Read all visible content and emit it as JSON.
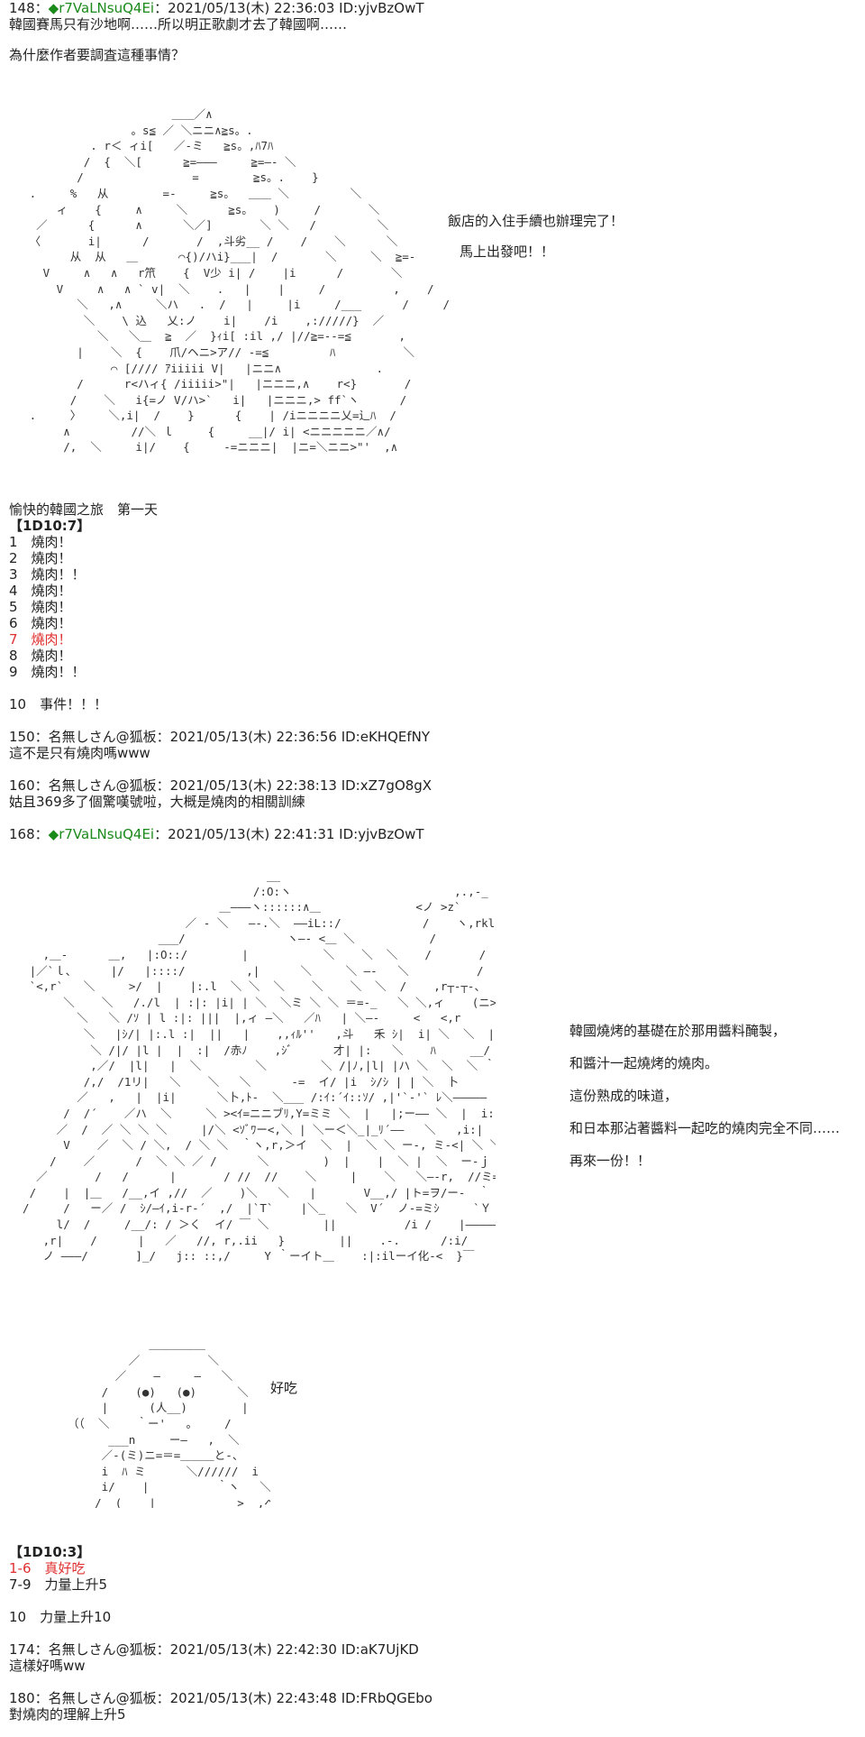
{
  "post148": {
    "number": "148",
    "sep": "：",
    "trip_mark": "◆",
    "trip": "r7VaLNsuQ4Ei",
    "datetime": "：2021/05/13(木) 22:36:03 ID:yjvBzOwT",
    "line1": "韓國賽馬只有沙地啊……所以明正歌劇才去了韓國啊……",
    "line2": "為什麼作者要調査這種事情？",
    "bubble1": "飯店的入住手續也辦理完了！",
    "bubble2": "馬上出發吧！！",
    "trip_title": "愉快的韓國之旅　第一天",
    "roll": "【1D10:7】",
    "choices": [
      "1　燒肉！",
      "2　燒肉！",
      "3　燒肉！！",
      "4　燒肉！",
      "5　燒肉！",
      "6　燒肉！",
      "7　燒肉！",
      "8　燒肉！",
      "9　燒肉！！"
    ],
    "choice10": "10　事件！！！"
  },
  "post150": {
    "header": "150：名無しさん@狐板：2021/05/13(木) 22:36:56 ID:eKHQEfNY",
    "body": "這不是只有燒肉嗎www"
  },
  "post160": {
    "header": "160：名無しさん@狐板：2021/05/13(木) 22:38:13 ID:xZ7gO8gX",
    "body": "姑且369多了個驚嘆號啦，大概是燒肉的相關訓練"
  },
  "post168": {
    "number": "168",
    "sep": "：",
    "trip_mark": "◆",
    "trip": "r7VaLNsuQ4Ei",
    "datetime": "：2021/05/13(木) 22:41:31 ID:yjvBzOwT",
    "side_lines": [
      "韓國燒烤的基礎在於那用醬料醃製，",
      "和醬汁一起燒烤的燒肉。",
      "這份熟成的味道，",
      "和日本那沾著醬料一起吃的燒肉完全不同……",
      "再來一份！！"
    ],
    "yummy": "好吃",
    "roll": "【1D10:3】",
    "result1": "1-6　真好吃",
    "result2": "7-9　力量上升5",
    "result3": "10　力量上升10"
  },
  "post174": {
    "header": "174：名無しさん@狐板：2021/05/13(木) 22:42:30 ID:aK7UjKD",
    "body": "這樣好嗎ww"
  },
  "post180": {
    "header": "180：名無しさん@狐板：2021/05/13(木) 22:43:48 ID:FRbQGEbo",
    "body": "對燒肉的理解上升5"
  },
  "colors": {
    "trip": "#1a8a1a",
    "highlight": "#e03030",
    "text": "#222222",
    "background": "#ffffff"
  }
}
